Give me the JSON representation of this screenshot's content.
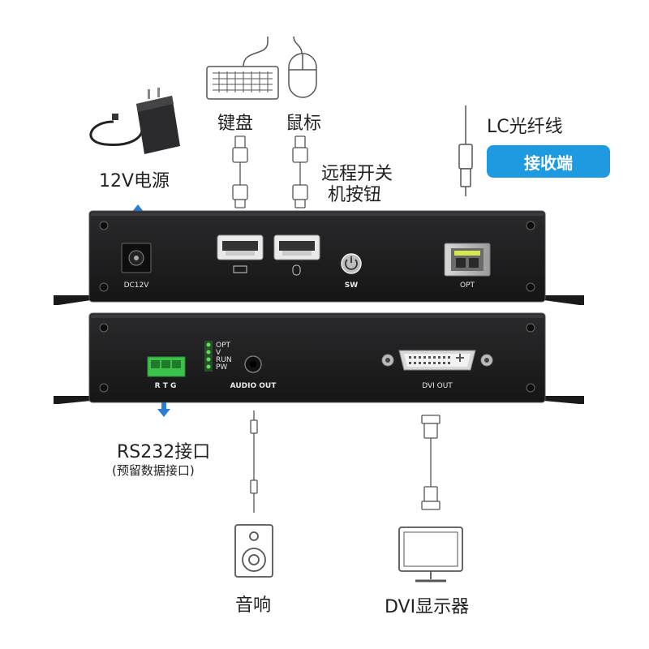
{
  "labels": {
    "keyboard": "键盘",
    "mouse": "鼠标",
    "lc_fiber": "LC光纤线",
    "receiver_badge": "接收端",
    "power": "12V电源",
    "remote_switch_line1": "远程开关",
    "remote_switch_line2": "机按钮",
    "rs232": "RS232接口",
    "rs232_note": "(预留数据接口)",
    "audio": "音响",
    "dvi_display": "DVI显示器"
  },
  "front_panel": {
    "dc_label": "DC12V",
    "sw_label": "SW",
    "opt_label": "OPT"
  },
  "rear_panel": {
    "rtg_label": "R T G",
    "led_opt": "OPT",
    "led_v": "V",
    "led_run": "RUN",
    "led_pw": "PW",
    "audio_out": "AUDIO OUT",
    "dvi_out": "DVI OUT"
  },
  "colors": {
    "accent": "#1e9be0",
    "device_body": "#1c1c1e",
    "arrow": "#2a7fd4",
    "terminal_green": "#3cc24a"
  }
}
